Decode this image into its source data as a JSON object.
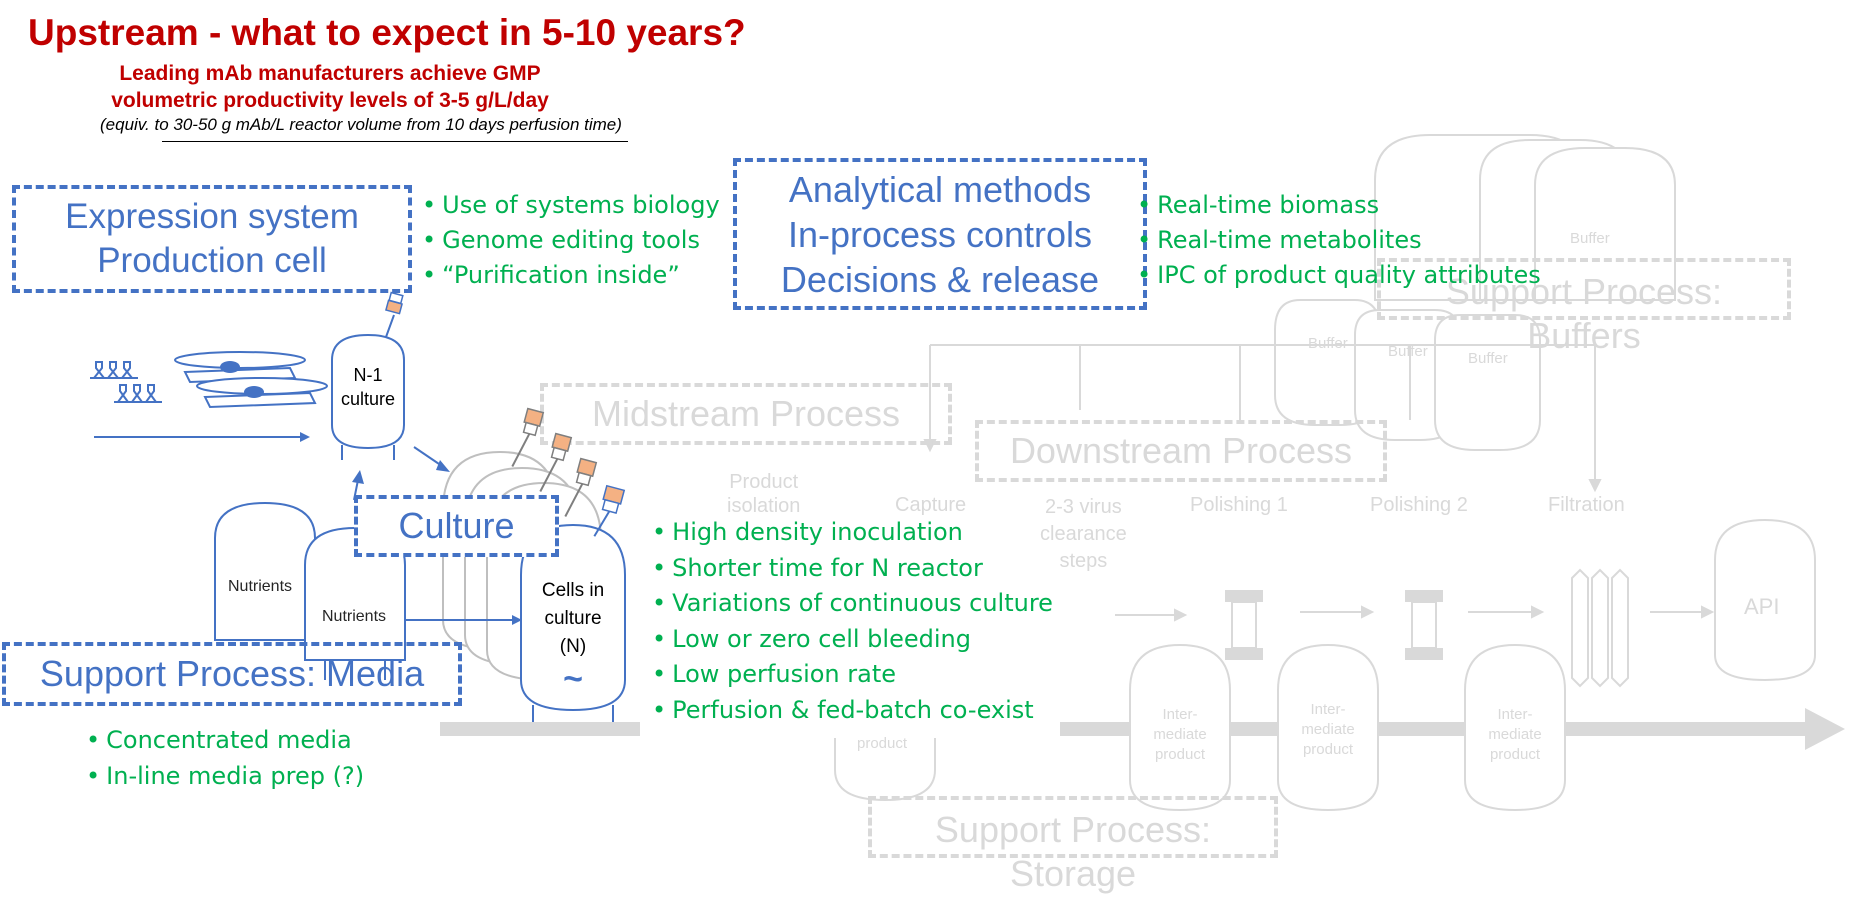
{
  "header": {
    "title": "Upstream - what to expect in 5-10 years?",
    "subtitle_line1": "Leading mAb manufacturers achieve GMP",
    "subtitle_line2": "volumetric productivity levels of 3-5 g/L/day",
    "note": "(equiv. to 30-50 g mAb/L reactor volume from 10 days perfusion time)"
  },
  "boxes": {
    "expression_line1": "Expression system",
    "expression_line2": "Production cell",
    "analytical_line1": "Analytical methods",
    "analytical_line2": "In-process controls",
    "analytical_line3": "Decisions & release",
    "culture": "Culture",
    "media": "Support Process: Media",
    "midstream": "Midstream Process",
    "downstream": "Downstream Process",
    "buffers_line1": "Support Process:",
    "buffers_line2": "Buffers",
    "storage_line1": "Support Process:",
    "storage_line2": "Storage"
  },
  "bullets": {
    "expression": [
      "Use of systems biology",
      "Genome editing tools",
      "“Purification inside”"
    ],
    "analytical": [
      "Real-time biomass",
      "Real-time metabolites",
      "IPC of product quality attributes"
    ],
    "culture": [
      "High density inoculation",
      "Shorter time for N reactor",
      "Variations of continuous culture",
      "Low or zero cell bleeding",
      "Low perfusion rate",
      "Perfusion & fed-batch co-exist"
    ],
    "media": [
      "Concentrated media",
      "In-line media prep (?)"
    ]
  },
  "vessels": {
    "n1_line1": "N-1",
    "n1_line2": "culture",
    "cells_line1": "Cells in",
    "cells_line2": "culture",
    "cells_line3": "(N)",
    "cells_symbol": "~",
    "nutrients_a": "Nutrients",
    "nutrients_b": "Nutrients",
    "buffer_top": "Buffer",
    "buffer_1": "Buffer",
    "buffer_2": "Buffer",
    "buffer_3": "Buffer",
    "api": "API",
    "inter_line1": "Inter-",
    "inter_line2": "mediate",
    "inter_line3": "product",
    "product": "product"
  },
  "steps": {
    "product_isolation_line1": "Product",
    "product_isolation_line2": "isolation",
    "capture": "Capture",
    "virus_line1": "2-3 virus",
    "virus_line2": "clearance",
    "virus_line3": "steps",
    "polishing1": "Polishing 1",
    "polishing2": "Polishing 2",
    "filtration": "Filtration"
  },
  "colors": {
    "title_red": "#c00000",
    "accent_blue": "#4472c4",
    "bullet_green": "#00b050",
    "faded_gray": "#d9d9d9",
    "sensor_orange": "#f4b183"
  }
}
